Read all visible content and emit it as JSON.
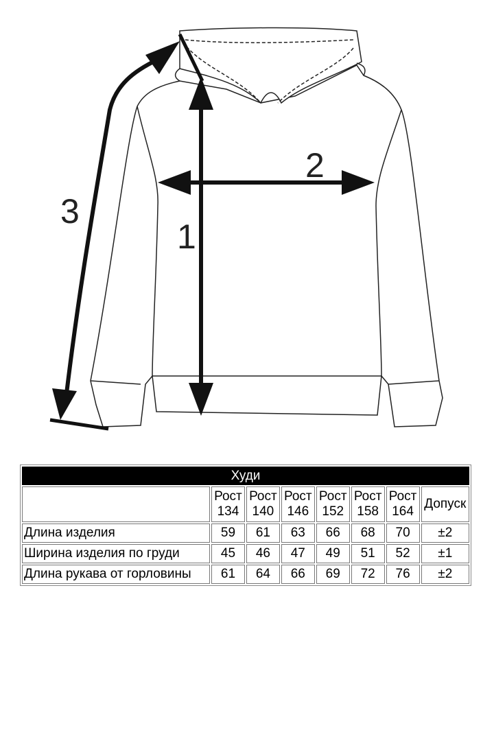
{
  "diagram": {
    "labels": {
      "length": "1",
      "chest": "2",
      "sleeve": "3"
    }
  },
  "table": {
    "title": "Худи",
    "columns": [
      {
        "top": "Рост",
        "bottom": "134"
      },
      {
        "top": "Рост",
        "bottom": "140"
      },
      {
        "top": "Рост",
        "bottom": "146"
      },
      {
        "top": "Рост",
        "bottom": "152"
      },
      {
        "top": "Рост",
        "bottom": "158"
      },
      {
        "top": "Рост",
        "bottom": "164"
      }
    ],
    "tolerance_header": "Допуск",
    "rows": [
      {
        "label": "Длина изделия",
        "values": [
          "59",
          "61",
          "63",
          "66",
          "68",
          "70"
        ],
        "tolerance": "±2"
      },
      {
        "label": "Ширина изделия по груди",
        "values": [
          "45",
          "46",
          "47",
          "49",
          "51",
          "52"
        ],
        "tolerance": "±1"
      },
      {
        "label": "Длина рукава от горловины",
        "values": [
          "61",
          "64",
          "66",
          "69",
          "72",
          "76"
        ],
        "tolerance": "±2"
      }
    ]
  }
}
